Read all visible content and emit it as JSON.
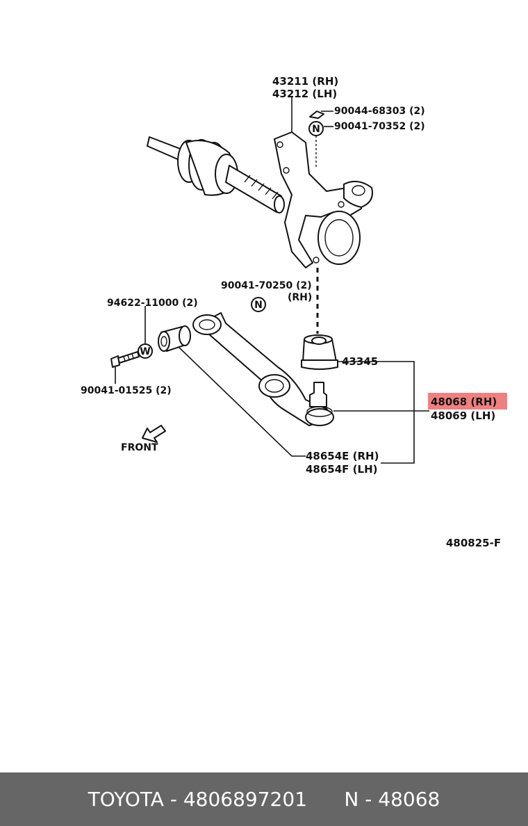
{
  "labels": {
    "knuckle_rh": "43211 (RH)",
    "knuckle_lh": "43212 (LH)",
    "pin": "90044-68303 (2)",
    "nut_top": "90041-70352 (2)",
    "nut_arm": "90041-70250 (2)",
    "nut_arm_rh": "(RH)",
    "washer": "94622-11000 (2)",
    "bolt": "90041-01525 (2)",
    "boot": "43345",
    "balljoint_rh": "48068 (RH)",
    "balljoint_lh": "48069 (LH)",
    "arm_rh": "48654E (RH)",
    "arm_lh": "48654F (LH)",
    "front": "FRONT",
    "diagram_code": "480825-F",
    "n_symbol": "N",
    "w_symbol": "W"
  },
  "highlight_color": "#f08080",
  "footer": {
    "brand": "TOYOTA",
    "part_number": "4806897201",
    "ref": "N - 48068"
  }
}
